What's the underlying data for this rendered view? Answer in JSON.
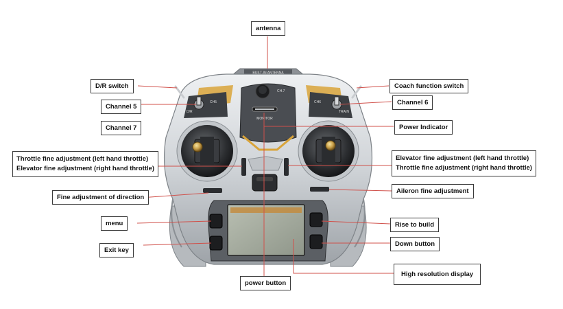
{
  "diagram": {
    "labels": {
      "antenna": "antenna",
      "dr_switch": "D/R switch",
      "channel5": "Channel 5",
      "channel7": "Channel 7",
      "throttle_fine_left": "Throttle fine adjustment (left hand throttle)",
      "elevator_fine_right": "Elevator fine adjustment (right hand throttle)",
      "fine_direction": "Fine adjustment of direction",
      "menu": "menu",
      "exit_key": "Exit key",
      "power_button": "power button",
      "coach_switch": "Coach function switch",
      "channel6": "Channel 6",
      "power_indicator": "Power Indicator",
      "elevator_fine_left": "Elevator fine adjustment (left hand throttle)",
      "throttle_fine_right": "Throttle fine adjustment (right hand throttle)",
      "aileron_fine": "Aileron fine adjustment",
      "rise_to_build": "Rise to build",
      "down_button": "Down button",
      "high_res_display": "High resolution display"
    },
    "device_text": {
      "antenna_plate": "BUILT-IN ANTENNA",
      "monitor": "MONITOR",
      "ch7": "CH.7",
      "dr": "D/R",
      "ch5": "CH5",
      "ch6": "CH6",
      "train": "TRAIN"
    },
    "leader_color": "#d0504a"
  }
}
